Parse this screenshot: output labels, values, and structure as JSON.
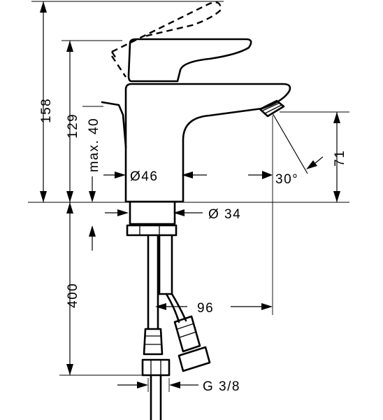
{
  "drawing": {
    "dimensions": {
      "total_height": "158",
      "body_height": "129",
      "max_pop_up": "max. 40",
      "spout_height": "71",
      "body_diameter": "Ø46",
      "base_diameter": "Ø 34",
      "spout_angle": "30°",
      "hose_length": "400",
      "spout_reach": "96",
      "connection_thread": "G 3/8"
    }
  }
}
